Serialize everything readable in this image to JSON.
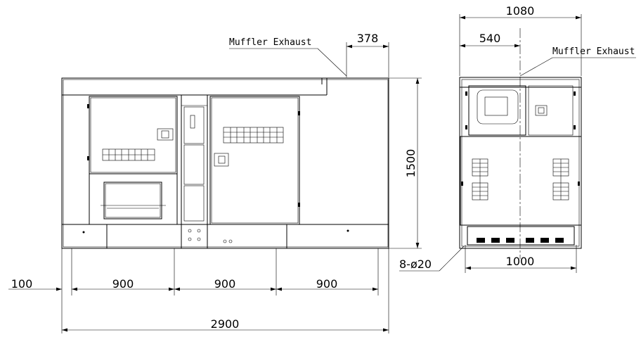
{
  "labels": {
    "muffler_exhaust_front": "Muffler Exhaust",
    "muffler_exhaust_side": "Muffler Exhaust",
    "holes": "8-ø20"
  },
  "dimensions": {
    "offset": "100",
    "span_1": "900",
    "span_2": "900",
    "span_3": "900",
    "total_length": "2900",
    "exhaust_offset": "378",
    "height": "1500",
    "total_width": "1080",
    "half_width": "540",
    "base_width": "1000"
  }
}
